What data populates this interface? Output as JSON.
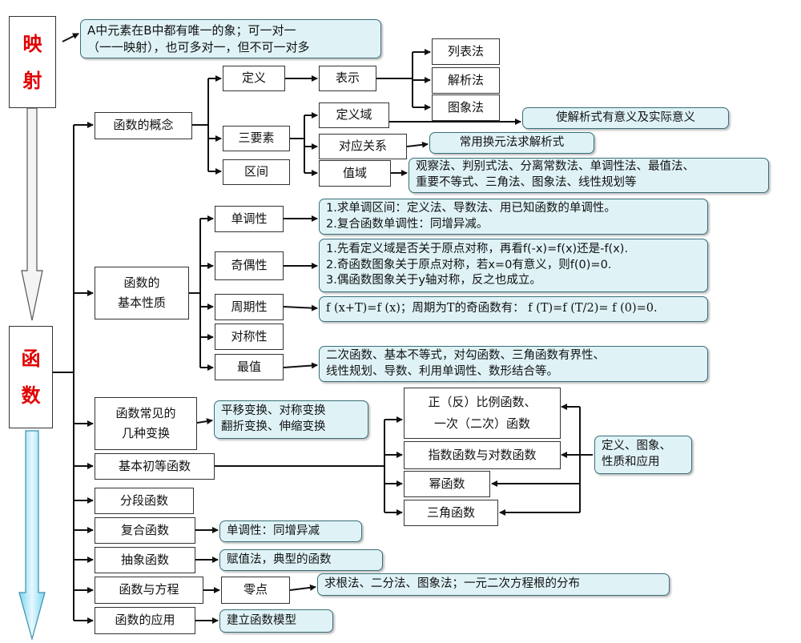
{
  "title_chars": {
    "mapping": [
      "映",
      "射"
    ],
    "function": [
      "函",
      "数"
    ]
  },
  "mapping_note": {
    "line1": "A中元素在B中都有唯一的象；可一对一",
    "line2": "（一一映射），也可多对一，但不可一对多"
  },
  "concept": {
    "label": "函数的概念",
    "definition": "定义",
    "representation": "表示",
    "methods": [
      "列表法",
      "解析法",
      "图象法"
    ],
    "three_elements": "三要素",
    "interval": "区间",
    "domain": "定义域",
    "domain_note": "使解析式有意义及实际意义",
    "correspondence": "对应关系",
    "correspondence_note": "常用换元法求解析式",
    "range": "值域",
    "range_note": [
      "观察法、判别式法、分离常数法、单调性法、最值法、",
      "重要不等式、三角法、图象法、线性规划等"
    ]
  },
  "properties": {
    "label": [
      "函数的",
      "基本性质"
    ],
    "monotonic": "单调性",
    "monotonic_note": [
      "1.求单调区间：定义法、导数法、用已知函数的单调性。",
      "2.复合函数单调性：同增异减。"
    ],
    "parity": "奇偶性",
    "parity_note": [
      "1.先看定义域是否关于原点对称，再看f(-x)=f(x)还是-f(x).",
      "2.奇函数图象关于原点对称，若x=0有意义，则f(0)=0.",
      "3.偶函数图象关于y轴对称，反之也成立。"
    ],
    "periodic": "周期性",
    "periodic_note": "f (x+T)=f (x)；周期为T的奇函数有： f (T)=f (T/2)= f (0)=0.",
    "symmetry": "对称性",
    "extremum": "最值",
    "extremum_note": [
      "二次函数、基本不等式，对勾函数、三角函数有界性、",
      "线性规划、导数、利用单调性、数形结合等。"
    ]
  },
  "transform": {
    "label": [
      "函数常见的",
      "几种变换"
    ],
    "note": [
      "平移变换、对称变换",
      "翻折变换、伸缩变换"
    ]
  },
  "elementary": {
    "label": "基本初等函数",
    "items": [
      [
        "正（反）比例函数、",
        "一次（二次）函数"
      ],
      [
        "指数函数与对数函数"
      ],
      [
        "幂函数"
      ],
      [
        "三角函数"
      ]
    ],
    "note": [
      "定义、图象、",
      "性质和应用"
    ]
  },
  "others": {
    "piecewise": "分段函数",
    "composite": "复合函数",
    "composite_note": "单调性：同增异减",
    "abstract": "抽象函数",
    "abstract_note": "赋值法，典型的函数",
    "equation": "函数与方程",
    "zero": "零点",
    "zero_note": "求根法、二分法、图象法；一元二次方程根的分布",
    "application": "函数的应用",
    "application_note": "建立函数模型"
  }
}
